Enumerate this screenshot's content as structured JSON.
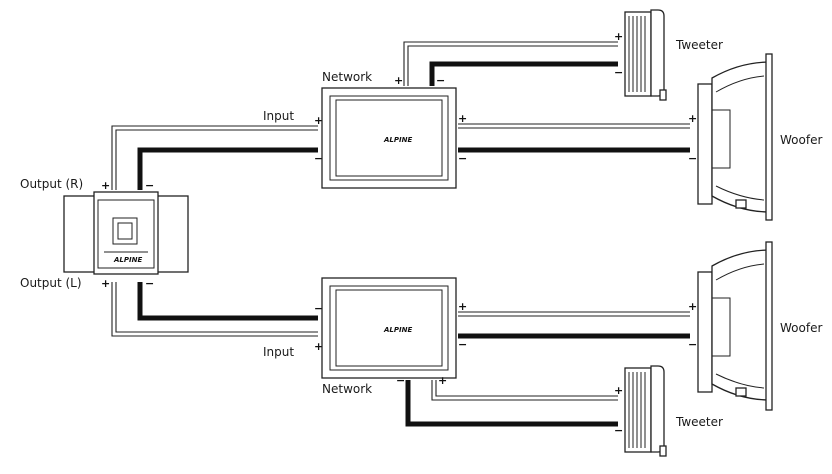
{
  "labels": {
    "output_r": "Output (R)",
    "output_l": "Output (L)",
    "input_top": "Input",
    "input_bottom": "Input",
    "network_top": "Network",
    "network_bottom": "Network",
    "tweeter_top": "Tweeter",
    "tweeter_bottom": "Tweeter",
    "woofer_top": "Woofer",
    "woofer_bottom": "Woofer"
  },
  "signs": {
    "plus": "+",
    "minus": "−"
  },
  "brand": "ALPINE",
  "colors": {
    "wire": "#111111",
    "outline": "#222222",
    "background": "#ffffff"
  }
}
